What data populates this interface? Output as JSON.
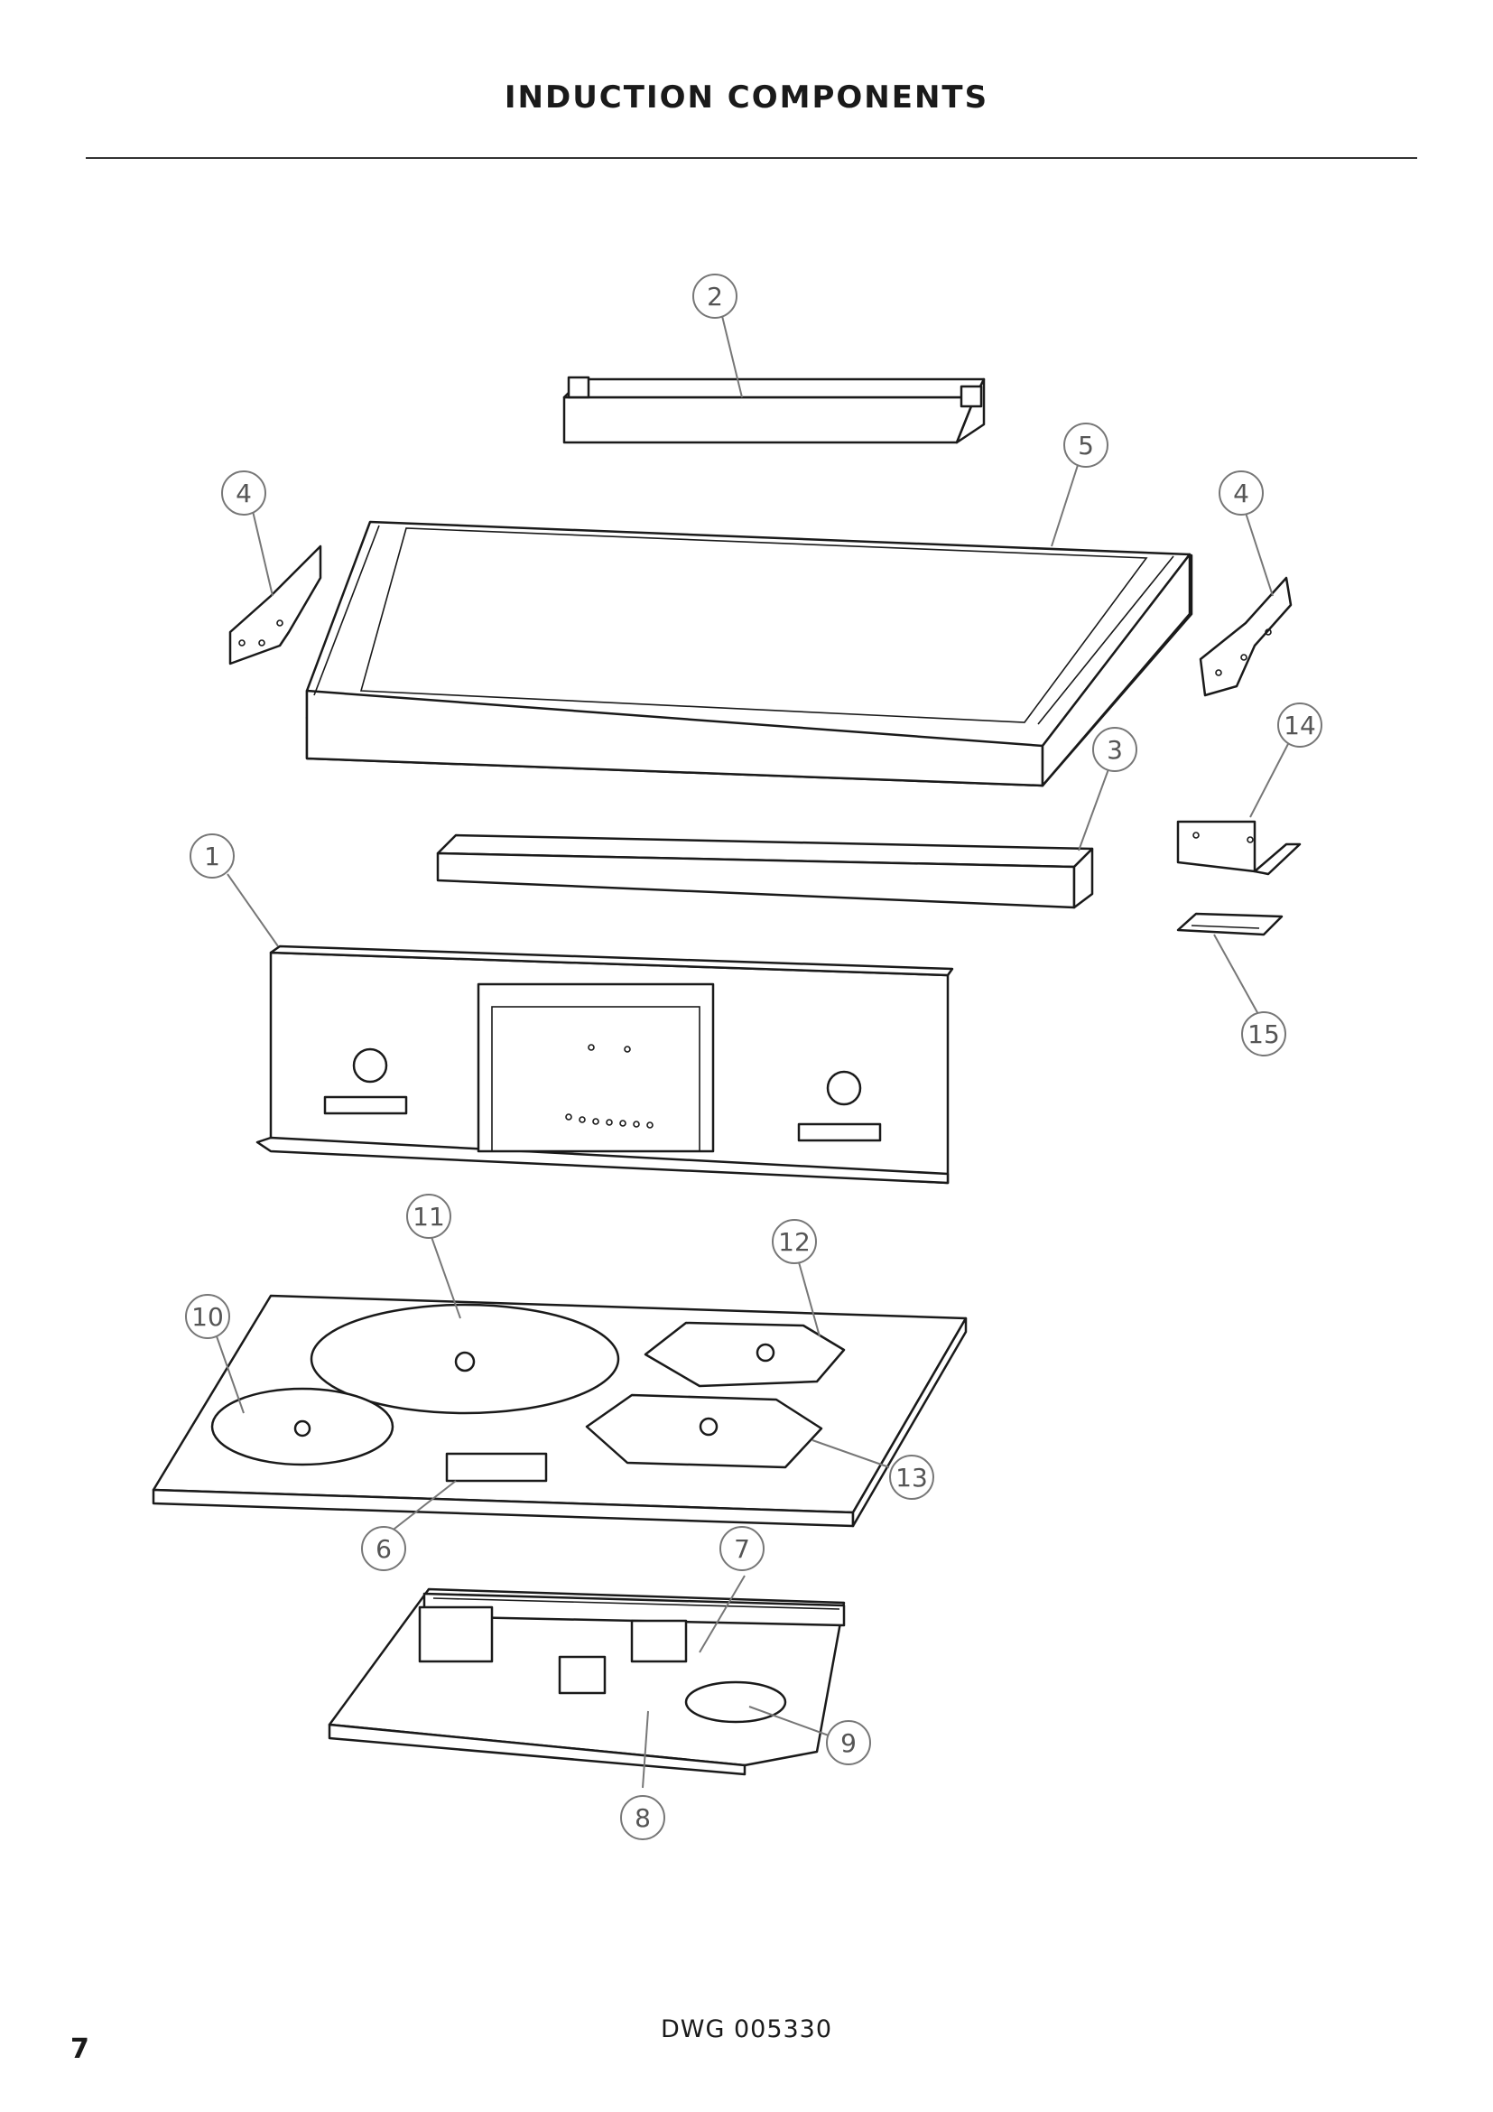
{
  "title": "INDUCTION COMPONENTS",
  "drawing_number": "DWG 005330",
  "page_number": "7",
  "callouts": [
    {
      "id": "callout-2a",
      "label": "2"
    },
    {
      "id": "callout-5",
      "label": "5"
    },
    {
      "id": "callout-4-left",
      "label": "4"
    },
    {
      "id": "callout-4-right",
      "label": "4"
    },
    {
      "id": "callout-14",
      "label": "14"
    },
    {
      "id": "callout-3",
      "label": "3"
    },
    {
      "id": "callout-1",
      "label": "1"
    },
    {
      "id": "callout-15",
      "label": "15"
    },
    {
      "id": "callout-11",
      "label": "11"
    },
    {
      "id": "callout-12",
      "label": "12"
    },
    {
      "id": "callout-10",
      "label": "10"
    },
    {
      "id": "callout-13",
      "label": "13"
    },
    {
      "id": "callout-6",
      "label": "6"
    },
    {
      "id": "callout-7",
      "label": "7"
    },
    {
      "id": "callout-9",
      "label": "9"
    },
    {
      "id": "callout-8",
      "label": "8"
    }
  ]
}
